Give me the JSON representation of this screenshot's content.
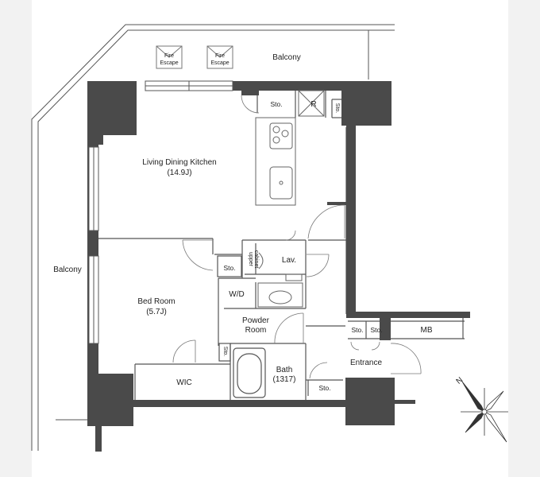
{
  "rooms": {
    "balcony_top": "Balcony",
    "balcony_left": "Balcony",
    "fire_escape_1": [
      "Fire",
      "Escape"
    ],
    "fire_escape_2": [
      "Fire",
      "Escape"
    ],
    "living_name": "Living Dining Kitchen",
    "living_size": "(14.9J)",
    "bedroom_name": "Bed Room",
    "bedroom_size": "(5.7J)",
    "powder_name": [
      "Powder",
      "Room"
    ],
    "bath_name": "Bath",
    "bath_size": "(1317)",
    "entrance": "Entrance",
    "wic": "WIC",
    "wd": "W/D",
    "lav": "Lav.",
    "upper_cabinet": [
      "upper",
      "cabinet"
    ],
    "refrigerator": "R",
    "mb": "MB",
    "storage": "Sto."
  },
  "compass": {
    "north_label": "N"
  },
  "colors": {
    "wall": "#4a4a4a",
    "line": "#555555",
    "paper": "#ffffff",
    "backdrop": "#f2f2f2"
  }
}
